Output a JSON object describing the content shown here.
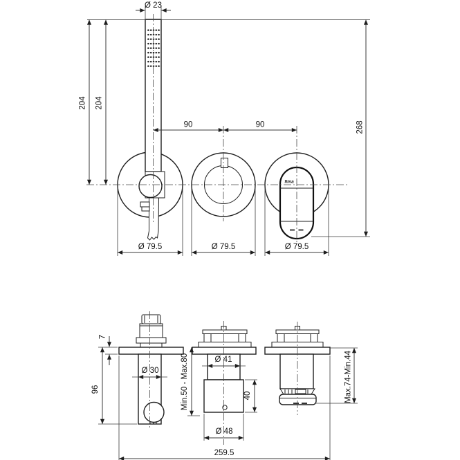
{
  "drawing": {
    "type": "technical-dimension-drawing",
    "subject": "wall-mounted shower mixer set: hand shower with holder, round escutcheon valve, lever mixer (front views above, side views below)",
    "colors": {
      "background": "#ffffff",
      "line": "#1e1e1e",
      "dimension_line": "#3a3a3a",
      "text": "#111111"
    },
    "labels": {
      "dia23": "Ø 23",
      "len204_outer": "204",
      "len204_inner": "204",
      "span90_left": "90",
      "span90_right": "90",
      "height268": "268",
      "dia795_1": "Ø 79.5",
      "dia795_2": "Ø 79.5",
      "dia795_3": "Ø 79.5",
      "brand": "fima",
      "thick7": "7",
      "depth96": "96",
      "dia30": "Ø 30",
      "range_min50_max80": "Min.50 - Max.80",
      "dia41": "Ø 41",
      "height40": "40",
      "dia48": "Ø 48",
      "range_max74_min44": "Max.74-Min.44",
      "width2595": "259.5"
    }
  }
}
